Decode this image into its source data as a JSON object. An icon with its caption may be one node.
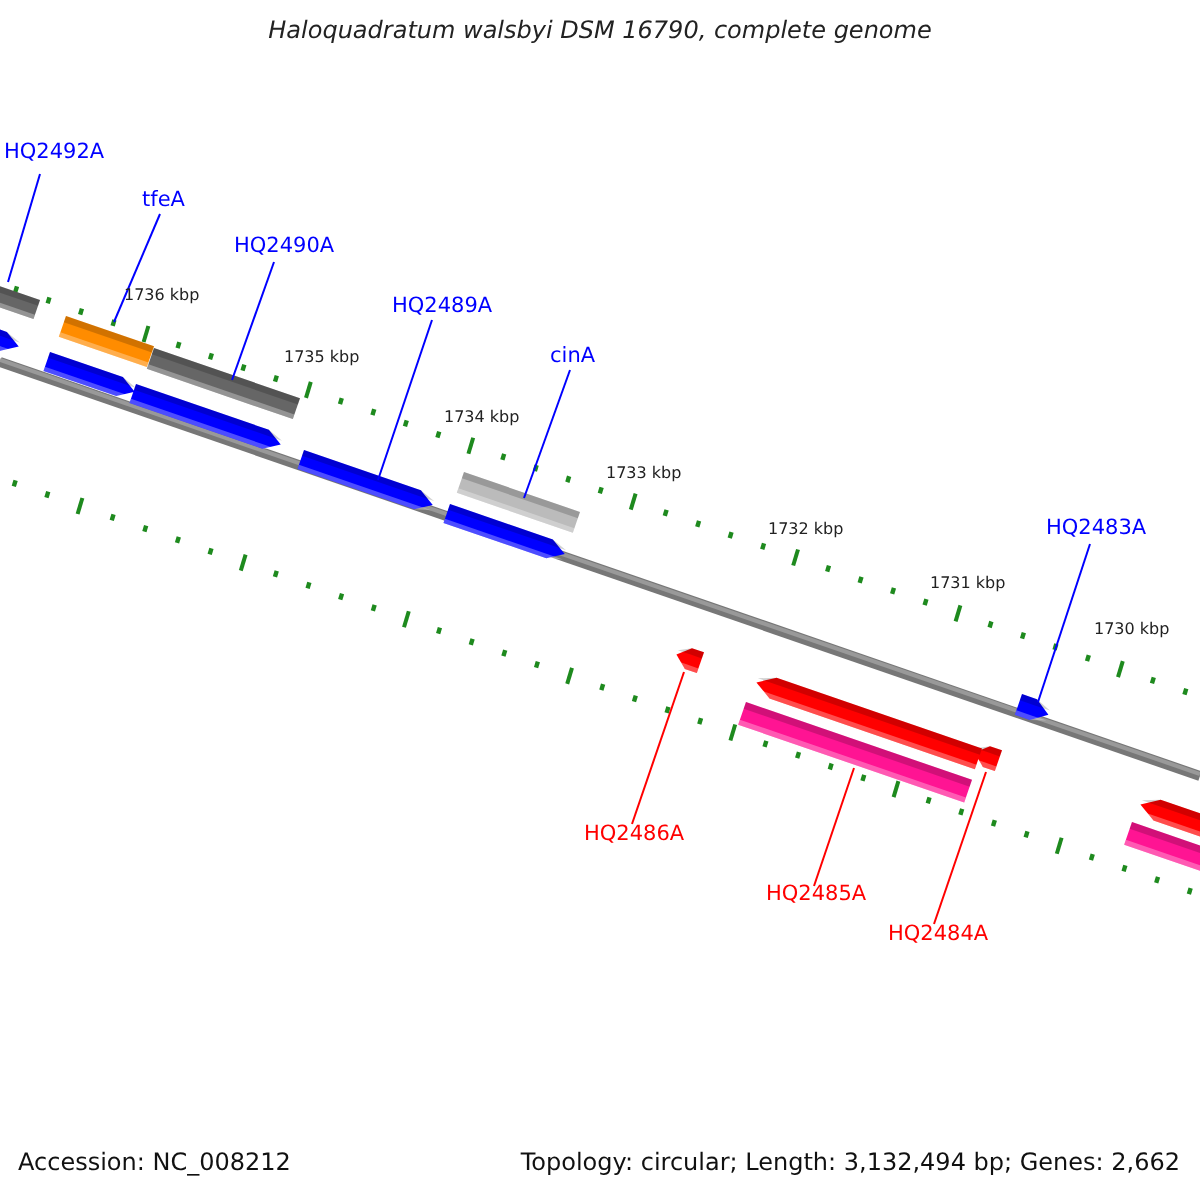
{
  "diagram": {
    "title": "Haloquadratum walsbyi DSM 16790, complete genome",
    "nodes": [
      {
        "text": [
          "HQ2492A"
        ]
      },
      {
        "text": [],
        "shape": "bar"
      },
      {
        "text": [
          "tfeA"
        ]
      },
      {
        "text": [],
        "shape": "bar"
      },
      {
        "text": [
          "HQ2490A"
        ]
      },
      {
        "text": [],
        "shape": "bar"
      },
      {
        "text": [
          "HQ2489A"
        ]
      },
      {
        "text": [],
        "shape": "bar"
      },
      {
        "text": [
          "cinA"
        ]
      },
      {
        "text": [],
        "shape": "bar"
      },
      {
        "text": [
          "HQ2483A"
        ]
      },
      {
        "text": [],
        "shape": "bar"
      },
      {
        "text": [
          "HQ2486A"
        ]
      },
      {
        "text": [],
        "shape": "bar"
      },
      {
        "text": [
          "HQ2485A"
        ]
      },
      {
        "text": [],
        "shape": "bar"
      },
      {
        "text": [
          "HQ2484A"
        ]
      },
      {
        "text": [],
        "shape": "bar"
      },
      {
        "text": [],
        "shape": "bar"
      },
      {
        "text": [],
        "shape": "bar"
      },
      {
        "text": [],
        "shape": "bar"
      },
      {
        "text": [],
        "shape": "bar"
      },
      {
        "text": [],
        "shape": "bar"
      },
      {
        "text": [],
        "shape": "bar"
      },
      {
        "text": [],
        "shape": "bar"
      }
    ],
    "edges": [
      {
        "from": 0,
        "to": 1,
        "arrow": "none"
      },
      {
        "from": 2,
        "to": 3,
        "arrow": "none"
      },
      {
        "from": 4,
        "to": 5,
        "arrow": "none"
      },
      {
        "from": 6,
        "to": 7,
        "arrow": "none"
      },
      {
        "from": 8,
        "to": 9,
        "arrow": "none"
      },
      {
        "from": 10,
        "to": 11,
        "arrow": "none"
      },
      {
        "from": 12,
        "to": 13,
        "arrow": "none",
        "color": "#ff0000"
      },
      {
        "from": 14,
        "to": 15,
        "arrow": "none",
        "color": "#ff0000"
      },
      {
        "from": 16,
        "to": 17,
        "arrow": "none",
        "color": "#ff0000"
      }
    ],
    "labels": [
      "1736 kbp",
      "1735 kbp",
      "1734 kbp",
      "1733 kbp",
      "1732 kbp",
      "1731 kbp",
      "1730 kbp",
      "Accession: NC_008212",
      "Topology: circular; Length: 3,132,494 bp; Genes: 2,662"
    ]
  }
}
